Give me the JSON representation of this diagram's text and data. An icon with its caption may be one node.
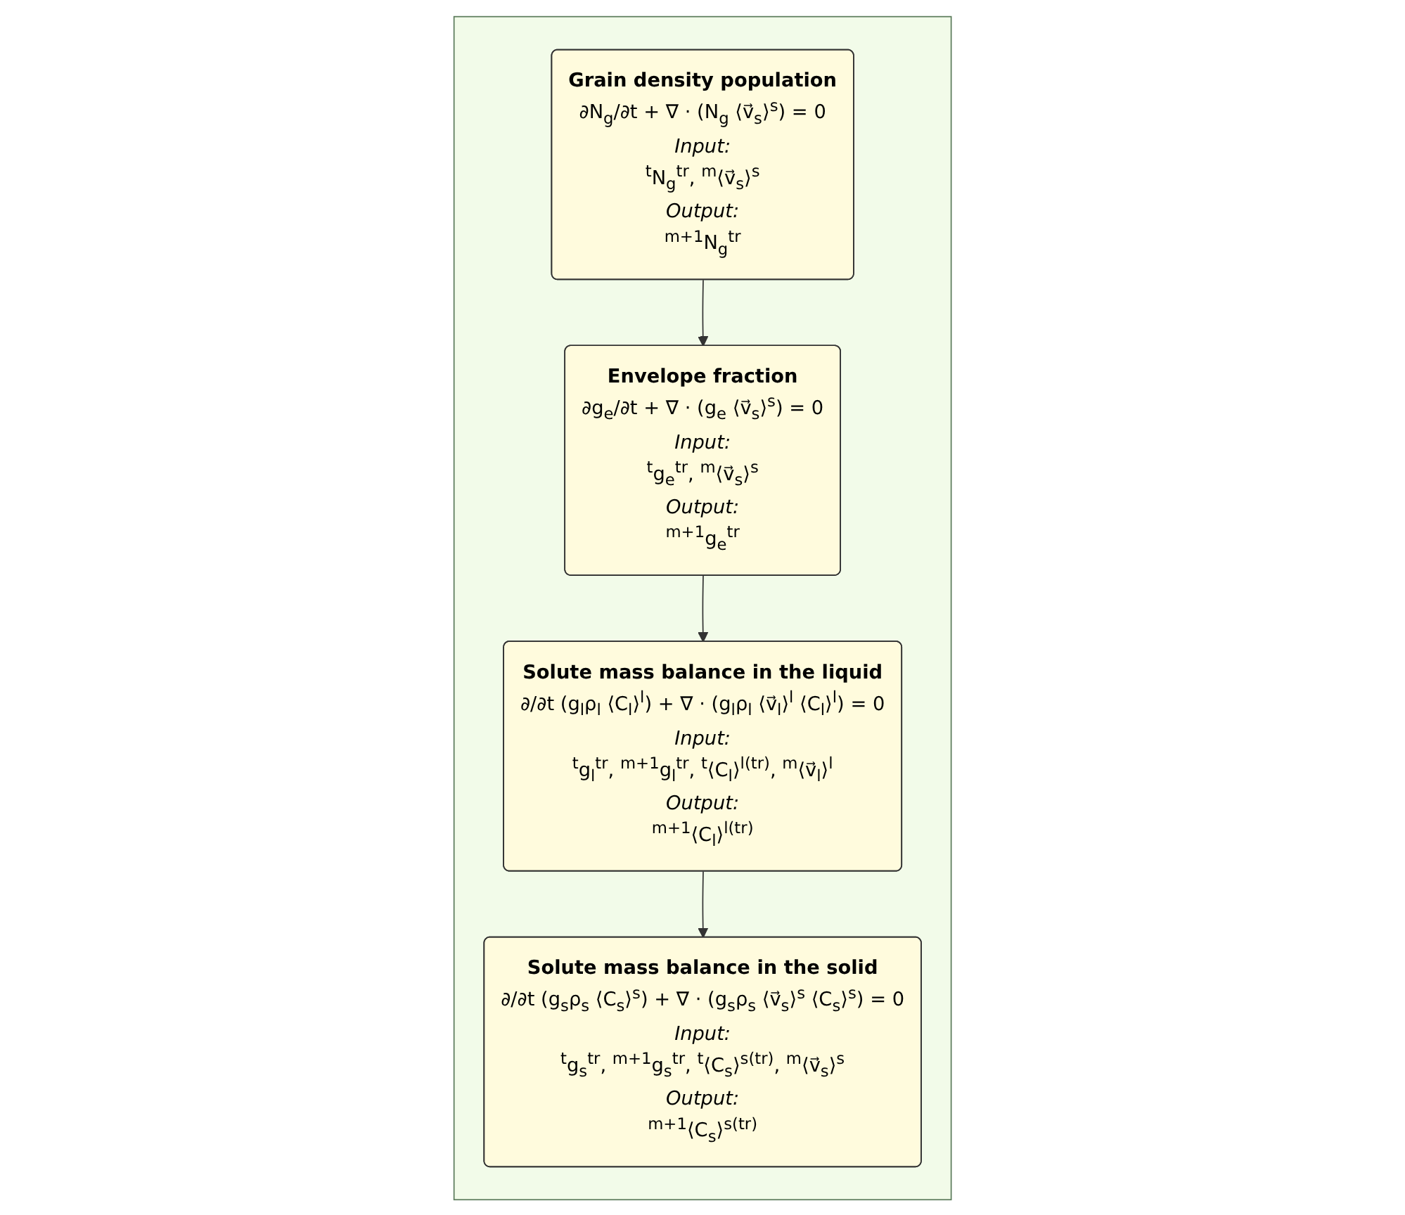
{
  "diagram": {
    "nodes": [
      {
        "text": [],
        "shape": "box"
      },
      {
        "text": [
          "Grain density population",
          "∂N$_{g}$/∂t + ∇ · (N$_{g}$ ⟨v⃗$_{s}$⟩$^{s}$) = 0",
          "Input:",
          "$^{t}$N$_{g}$$^{tr}$, $^{m}$⟨v⃗$_{s}$⟩$^{s}$",
          "Output:",
          "$^{m+1}$N$_{g}$$^{tr}$"
        ],
        "in": 0
      },
      {
        "text": [
          "Envelope fraction",
          "∂g$_{e}$/∂t + ∇ · (g$_{e}$ ⟨v⃗$_{s}$⟩$^{s}$) = 0",
          "Input:",
          "$^{t}$g$_{e}$$^{tr}$, $^{m}$⟨v⃗$_{s}$⟩$^{s}$",
          "Output:",
          "$^{m+1}$g$_{e}$$^{tr}$"
        ],
        "in": 0
      },
      {
        "text": [
          "Solute mass balance in the liquid",
          "∂/∂t (g$_{l}$ρ$_{l}$ ⟨C$_{l}$⟩$^{l}$) + ∇ · (g$_{l}$ρ$_{l}$ ⟨v⃗$_{l}$⟩$^{l}$ ⟨C$_{l}$⟩$^{l}$) = 0",
          "Input:",
          "$^{t}$g$_{l}$$^{tr}$, $^{m+1}$g$_{l}$$^{tr}$, $^{t}$⟨C$_{l}$⟩$^{l(tr)}$, $^{m}$⟨v⃗$_{l}$⟩$^{l}$",
          "Output:",
          "$^{m+1}$⟨C$_{l}$⟩$^{l(tr)}$"
        ],
        "in": 0
      },
      {
        "text": [
          "Solute mass balance in the solid",
          "∂/∂t (g$_{s}$ρ$_{s}$ ⟨C$_{s}$⟩$^{s}$) + ∇ · (g$_{s}$ρ$_{s}$ ⟨v⃗$_{s}$⟩$^{s}$ ⟨C$_{s}$⟩$^{s}$) = 0",
          "Input:",
          "$^{t}$g$_{s}$$^{tr}$, $^{m+1}$g$_{s}$$^{tr}$, $^{t}$⟨C$_{s}$⟩$^{s(tr)}$, $^{m}$⟨v⃗$_{s}$⟩$^{s}$",
          "Output:",
          "$^{m+1}$⟨C$_{s}$⟩$^{s(tr)}$"
        ],
        "in": 0
      }
    ],
    "edges": [
      {
        "from": 1,
        "to": 2,
        "arrow": "to"
      },
      {
        "from": 2,
        "to": 3,
        "arrow": "to"
      },
      {
        "from": 3,
        "to": 4,
        "arrow": "to"
      }
    ]
  }
}
